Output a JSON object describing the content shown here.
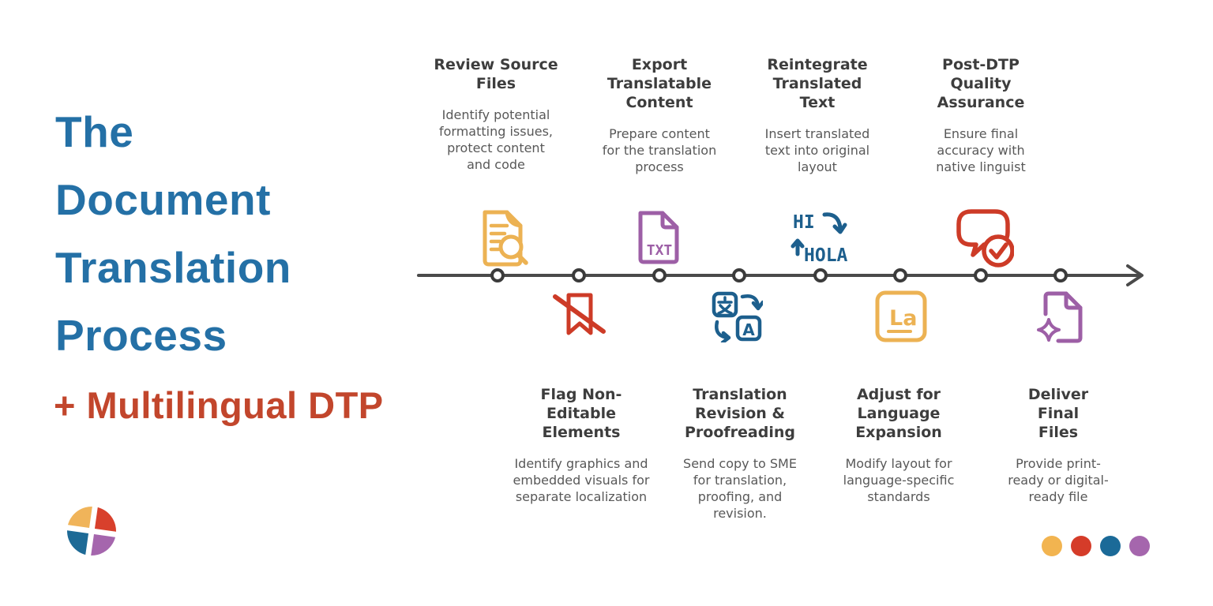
{
  "header": {
    "title": "The\nDocument\nTranslation\nProcess",
    "subtitle": "+ Multilingual DTP",
    "title_color": "#2470a6",
    "subtitle_color": "#c2462c"
  },
  "timeline": {
    "direction": "left-to-right",
    "node_count": 8,
    "line_color": "#4a4a4a"
  },
  "steps_top": [
    {
      "title": "Review Source\nFiles",
      "description": "Identify potential\nformatting issues,\nprotect content\nand code",
      "icon": "document-search-icon",
      "icon_color": "#ecb253"
    },
    {
      "title": "Export\nTranslatable\nContent",
      "description": "Prepare content\nfor the translation\nprocess",
      "icon": "txt-file-icon",
      "icon_color": "#9d5fa6"
    },
    {
      "title": "Reintegrate\nTranslated\nText",
      "description": "Insert translated\ntext into original\nlayout",
      "icon": "hi-hola-translation-icon",
      "icon_color": "#1d5f8d"
    },
    {
      "title": "Post-DTP\nQuality\nAssurance",
      "description": "Ensure final\naccuracy with\nnative linguist",
      "icon": "speech-bubble-check-icon",
      "icon_color": "#cd3b27"
    }
  ],
  "steps_bottom": [
    {
      "title": "Flag Non-\nEditable\nElements",
      "description": "Identify graphics and\nembedded visuals for\nseparate localization",
      "icon": "flag-slash-icon",
      "icon_color": "#cd3b27"
    },
    {
      "title": "Translation\nRevision &\nProofreading",
      "description": "Send copy to SME\nfor translation,\nproofing, and\nrevision.",
      "icon": "translate-languages-icon",
      "icon_color": "#1d5f8d"
    },
    {
      "title": "Adjust for\nLanguage\nExpansion",
      "description": "Modify layout for\nlanguage-specific\nstandards",
      "icon": "language-la-icon",
      "icon_color": "#ecb253"
    },
    {
      "title": "Deliver\nFinal\nFiles",
      "description": "Provide print-\nready or digital-\nready file",
      "icon": "sparkle-file-icon",
      "icon_color": "#9d5fa6"
    }
  ],
  "icon_labels": {
    "txt": "TXT",
    "hi": "HI",
    "hola": "HOLA",
    "la": "La",
    "a": "A"
  },
  "palette_dots": [
    "#f2b450",
    "#d53c29",
    "#1b6a98",
    "#a566ad"
  ],
  "logo": {
    "name": "quadrant-globe-logo",
    "colors": [
      "#f0b45a",
      "#d8402c",
      "#1d6a96",
      "#a566ad"
    ]
  }
}
